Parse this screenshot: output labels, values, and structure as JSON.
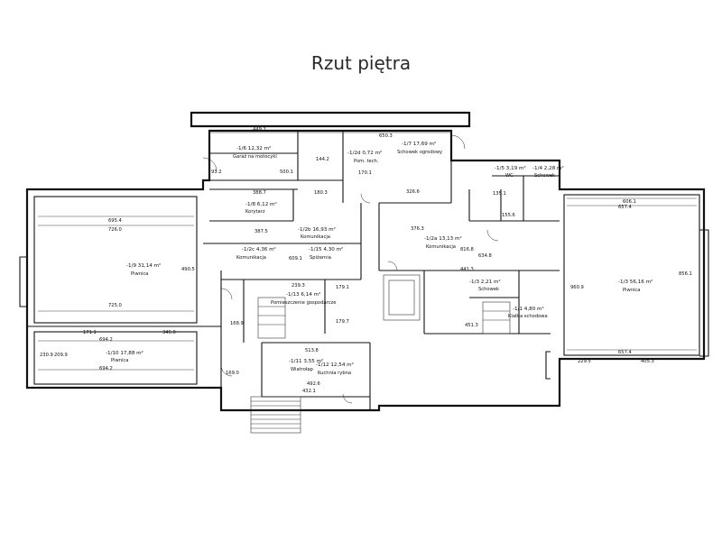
{
  "title": "Rzut piętra",
  "rooms": [
    {
      "id": "garaz",
      "code": "-1/6 12,32 m²",
      "name": "Garaż na motocykl"
    },
    {
      "id": "pom-tech",
      "code": "-1/2d 0,72 m²",
      "name": "Pom. tech."
    },
    {
      "id": "schowek-ogrodowy",
      "code": "-1/7 17,69 m²",
      "name": "Schowek ogrodowy"
    },
    {
      "id": "wc",
      "code": "-1/5 3,19 m²",
      "name": "WC"
    },
    {
      "id": "schowek-small",
      "code": "-1/4 2,28 m²",
      "name": "Schowek"
    },
    {
      "id": "korytarz",
      "code": "-1/8 6,12 m²",
      "name": "Korytarz"
    },
    {
      "id": "komunikacja-1",
      "code": "-1/2b 16,93 m²",
      "name": "Komunikacja"
    },
    {
      "id": "komunikacja-2",
      "code": "-1/2a 13,13 m²",
      "name": "Komunikacja"
    },
    {
      "id": "komunikacja-3",
      "code": "-1/2c 4,36 m²",
      "name": "Komunikacja"
    },
    {
      "id": "spizarnia",
      "code": "-1/15 4,30 m²",
      "name": "Spiżarnia"
    },
    {
      "id": "piwnica-left",
      "code": "-1/9 31,14 m²",
      "name": "Piwnica"
    },
    {
      "id": "pomieszczenie-gospodarcze",
      "code": "-1/13 6,14 m²",
      "name": "Pomieszczenie gospodarcze"
    },
    {
      "id": "schowek-mid",
      "code": "-1/3 2,21 m²",
      "name": "Schowek"
    },
    {
      "id": "klatka",
      "code": "-1/1 4,80 m²",
      "name": "Klatka schodowa"
    },
    {
      "id": "piwnica-right",
      "code": "-1/3 56,16 m²",
      "name": "Piwnica"
    },
    {
      "id": "piwnica-small",
      "code": "-1/10 17,88 m²",
      "name": "Piwnica"
    },
    {
      "id": "wiatrolap",
      "code": "-1/11 3,55 m²",
      "name": "Wiatrołap"
    },
    {
      "id": "kuchnia",
      "code": "-1/12 12,54 m²",
      "name": "Kuchnia rybna"
    }
  ],
  "dims": {
    "d1": "449.1",
    "d2": "650.3",
    "d3": "93.2",
    "d4": "500.1",
    "d5": "144.2",
    "d6": "170.1",
    "d7": "326.6",
    "d8": "388.7",
    "d9": "180.3",
    "d10": "695.4",
    "d11": "726.0",
    "d12": "725.0",
    "d13": "387.5",
    "d14": "376.3",
    "d15": "816.8",
    "d16": "634.8",
    "d17": "441.3",
    "d18": "606.1",
    "d19": "657.4",
    "d20": "609.1",
    "d21": "239.3",
    "d22": "451.3",
    "d23": "171.1",
    "d24": "345.0",
    "d25": "694.2",
    "d26": "694.2",
    "d27": "513.8",
    "d28": "492.6",
    "d29": "432.1",
    "d30": "657.4",
    "d31": "405.3",
    "d32": "229.5",
    "d33": "168.9",
    "d34": "169.0",
    "d35": "179.1",
    "d36": "179.7",
    "d37": "135.1",
    "d38": "155.6",
    "d39": "856.1",
    "d40": "960.9",
    "d41": "490.5",
    "d42": "209.9",
    "d43": "230.9"
  }
}
